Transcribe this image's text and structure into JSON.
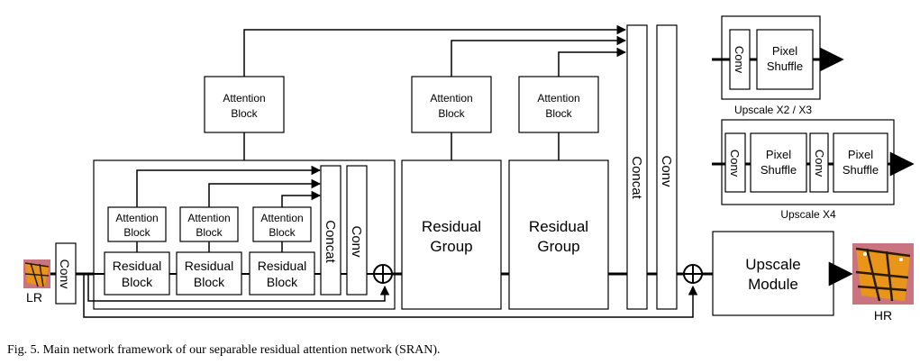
{
  "labels": {
    "lr": "LR",
    "hr": "HR",
    "conv": "Conv",
    "concat": "Concat",
    "attention": [
      "Attention",
      "Block"
    ],
    "residual_block": [
      "Residual",
      "Block"
    ],
    "residual_group": [
      "Residual",
      "Group"
    ],
    "upscale_module": [
      "Upscale",
      "Module"
    ],
    "pixel_shuffle": [
      "Pixel",
      "Shuffle"
    ],
    "upscale_x23": "Upscale X2 / X3",
    "upscale_x4": "Upscale X4"
  },
  "caption": "Fig. 5.  Main network framework of our separable residual attention network (SRAN).",
  "colors": {
    "stroke": "#000000",
    "butterfly_orange": "#e8951a",
    "butterfly_pink": "#c9747e"
  }
}
